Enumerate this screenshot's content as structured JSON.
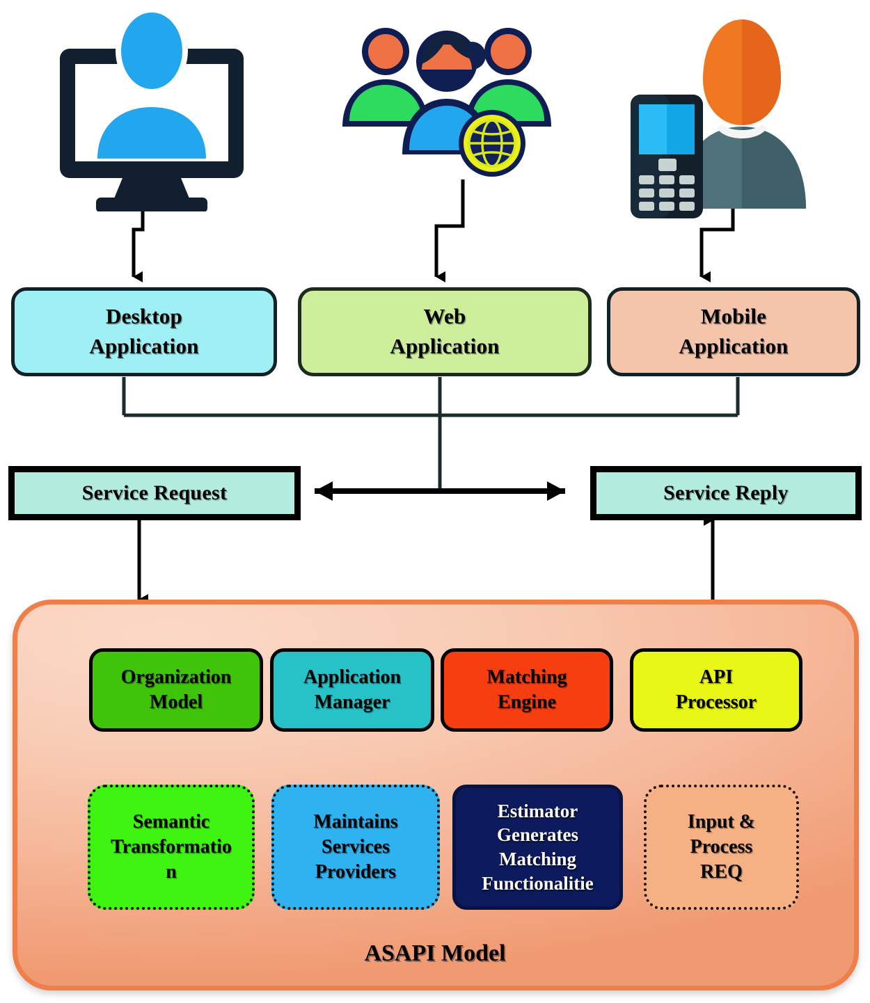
{
  "diagram": {
    "title": "ASAPI Model",
    "model_label": "ASAPI Model"
  },
  "clients": [
    {
      "icon": "desktop-user-icon",
      "label_line1": "Desktop",
      "label_line2": "Application",
      "fill": "#9ff0f5",
      "border": "#122028"
    },
    {
      "icon": "user-group-globe-icon",
      "label_line1": "Web",
      "label_line2": "Application",
      "fill": "#cdef9c",
      "border": "#1d2a1d"
    },
    {
      "icon": "mobile-phone-user-icon",
      "label_line1": "Mobile",
      "label_line2": "Application",
      "fill": "#f5c5ab",
      "border": "#122028"
    }
  ],
  "service_bus": {
    "request_label": "Service Request",
    "reply_label": "Service Reply",
    "fill": "#b4ece0",
    "border": "#000000"
  },
  "asapi": {
    "panel_fill_light": "#fbd9c8",
    "panel_fill_dark": "#f09a72",
    "panel_border": "#ef7f4a",
    "top_modules": [
      {
        "label_line1": "Organization",
        "label_line2": "Model",
        "fill": "#3fc40a"
      },
      {
        "label_line1": "Application",
        "label_line2": "Manager",
        "fill": "#27c2c8"
      },
      {
        "label_line1": "Matching",
        "label_line2": "Engine",
        "fill": "#f73e11"
      },
      {
        "label_line1": "API",
        "label_line2": "Processor",
        "fill": "#e8f716"
      }
    ],
    "bottom_modules": [
      {
        "lines": [
          "Semantic",
          "Transformatio",
          "n"
        ],
        "fill": "#40f411",
        "text_color": "#000000"
      },
      {
        "lines": [
          "Maintains",
          "Services",
          "Providers"
        ],
        "fill": "#2eb3f0",
        "text_color": "#000000"
      },
      {
        "lines": [
          "Estimator",
          "Generates",
          "Matching",
          "Functionalitie"
        ],
        "fill": "#0d1b5e",
        "text_color": "#ffffff"
      },
      {
        "lines": [
          "Input &",
          "Process",
          "REQ"
        ],
        "fill": "#f5b183",
        "text_color": "#000000"
      }
    ]
  }
}
